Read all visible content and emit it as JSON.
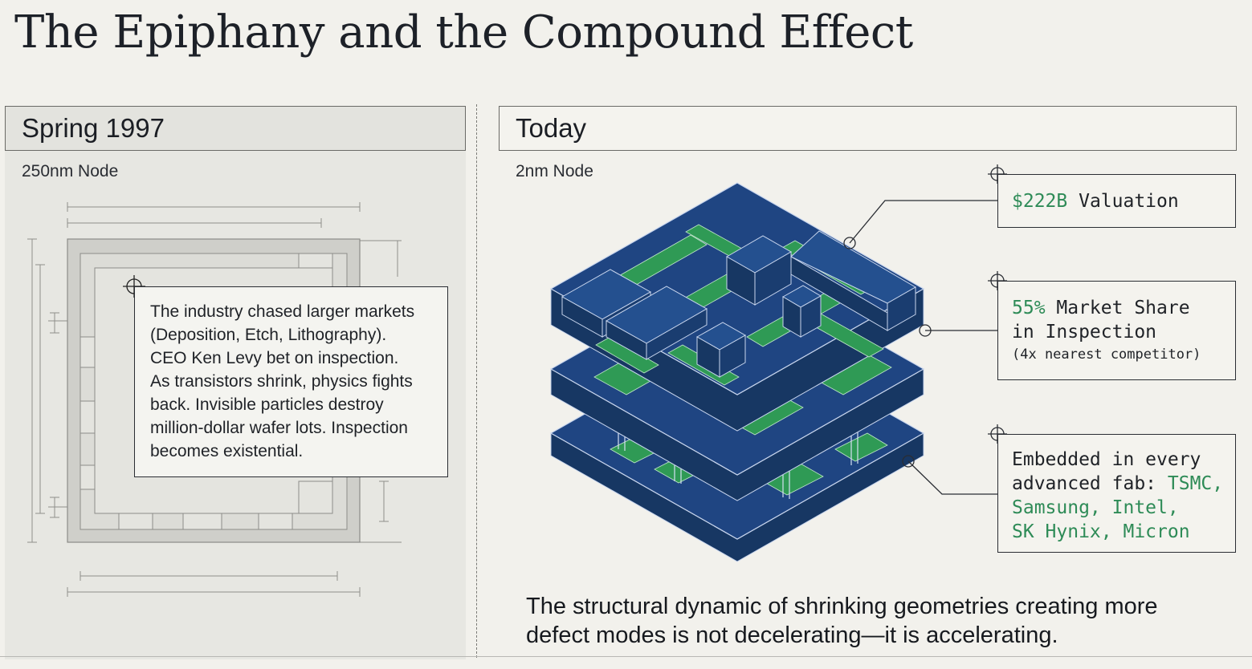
{
  "title": "The Epiphany and the Compound Effect",
  "left": {
    "header": "Spring 1997",
    "node": "250nm Node",
    "callout": [
      "The industry chased larger markets",
      "(Deposition, Etch, Lithography).",
      "CEO Ken Levy bet on inspection.",
      "As transistors shrink, physics fights",
      "back. Invisible particles destroy",
      "million-dollar wafer lots. Inspection",
      "becomes existential."
    ]
  },
  "right": {
    "header": "Today",
    "node": "2nm Node",
    "valuation": {
      "value": "$222B",
      "label": " Valuation"
    },
    "market_share": {
      "value": "55%",
      "label": " Market Share",
      "line2": "in Inspection",
      "note": "(4x nearest competitor)"
    },
    "embedded": {
      "prefix_line1": "Embedded in every",
      "prefix_line2": "advanced fab: ",
      "names_line2": "TSMC,",
      "names_line3": "Samsung, Intel,",
      "names_line4": "SK Hynix, Micron"
    },
    "conclusion_line1": "The structural dynamic of shrinking geometries creating more",
    "conclusion_line2": "defect modes is not decelerating—it is accelerating."
  },
  "colors": {
    "chip_blue": "#1f4582",
    "chip_green": "#2f9a55",
    "accent_green": "#2e8b57",
    "background": "#f2f1ec"
  }
}
